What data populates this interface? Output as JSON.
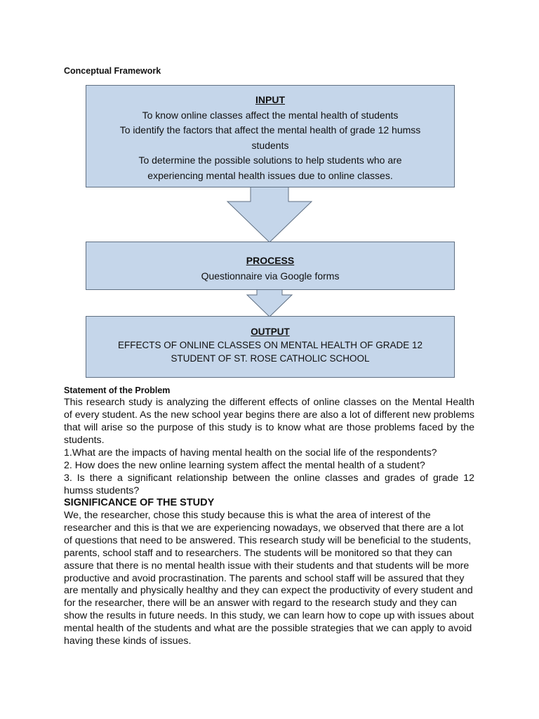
{
  "conceptual_framework": {
    "heading": "Conceptual Framework",
    "input": {
      "title": "INPUT",
      "lines": [
        "To know online classes affect the mental health of students",
        "To identify the factors that affect the mental health of grade 12 humss",
        "students",
        "To determine the possible solutions to help students who are",
        "experiencing mental health issues due to online classes."
      ]
    },
    "process": {
      "title": "PROCESS",
      "lines": [
        "Questionnaire via Google forms"
      ]
    },
    "output": {
      "title": "OUTPUT",
      "lines": [
        "EFFECTS OF ONLINE CLASSES ON MENTAL HEALTH OF GRADE 12",
        "STUDENT OF ST. ROSE CATHOLIC SCHOOL"
      ]
    },
    "colors": {
      "box_fill": "#c5d6ea",
      "box_border": "#5f6f82"
    }
  },
  "statement_of_problem": {
    "heading": "Statement of the Problem",
    "paragraph": "This research study is analyzing the different effects of online classes on the Mental Health of every student. As the new school year begins there are also a lot of different new problems that will arise so the purpose of this study is to know what are those problems faced by the students.",
    "questions": [
      "1.What are the impacts of having mental health on the social life of the respondents?",
      "2. How does the new online  learning system affect the mental health of a student?",
      "3. Is there a significant relationship between the online classes and grades of grade 12 humss students?"
    ]
  },
  "significance": {
    "heading": "SIGNIFICANCE OF THE STUDY",
    "paragraph": "We, the researcher, chose this study because this is what the area of interest of the researcher and this is that we are experiencing nowadays, we observed that there are a lot of questions that need to be answered. This research study will be beneficial to the students, parents, school staff and to researchers. The students will be monitored so that they can assure that there is no mental health issue with their students and that students will be more productive and avoid procrastination. The parents and school staff will be assured that they are mentally and physically healthy and they can expect the productivity of every student and for the researcher, there will be an answer with regard  to the research study and they can show the results in future needs. In this study, we can learn how to cope up with issues about mental health of the students and what are the possible strategies that we can apply to avoid having these kinds of issues."
  }
}
